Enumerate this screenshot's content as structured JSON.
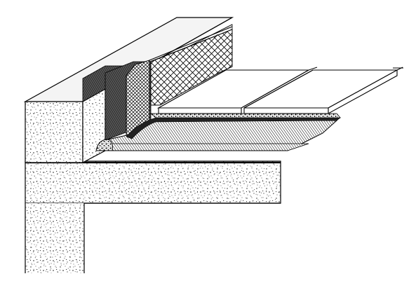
{
  "figure": {
    "colors": {
      "line": "#000000",
      "background": "#ffffff",
      "concrete_fill": "#ffffff",
      "concrete_speckle": "#2a2a2a",
      "insulation_mesh": "#000000",
      "membrane_fill": "#3c3c3c",
      "cap_top": "#f4f4f4"
    },
    "icons": [
      "concrete-texture",
      "crosshatch-mesh",
      "diagonal-hatch",
      "gravel-texture"
    ]
  }
}
